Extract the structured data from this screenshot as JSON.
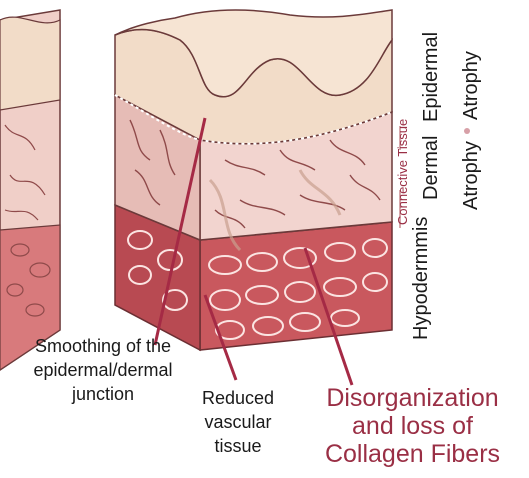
{
  "labels": {
    "smoothing": [
      "Smoothing of the",
      "epidermal/dermal",
      "junction"
    ],
    "reduced_vascular": [
      "Reduced",
      "vascular",
      "tissue"
    ],
    "disorganization": [
      "Disorganization",
      "and loss of",
      "Collagen Fibers"
    ]
  },
  "layers": {
    "hypodermis": "Hypodermmis",
    "dermal": "Dermal",
    "epidermal": "Epidermal",
    "connective_tissue": "Connective Tissue",
    "atrophy_1": "Atrophy",
    "atrophy_2": "Atrophy"
  },
  "colors": {
    "skin_top": "#f2dcc8",
    "dermis": "#f2d4cf",
    "dermis_side": "#e6bcb6",
    "hypodermis": "#c9585e",
    "accent_red": "#9a2f45",
    "line": "#a52a45"
  }
}
